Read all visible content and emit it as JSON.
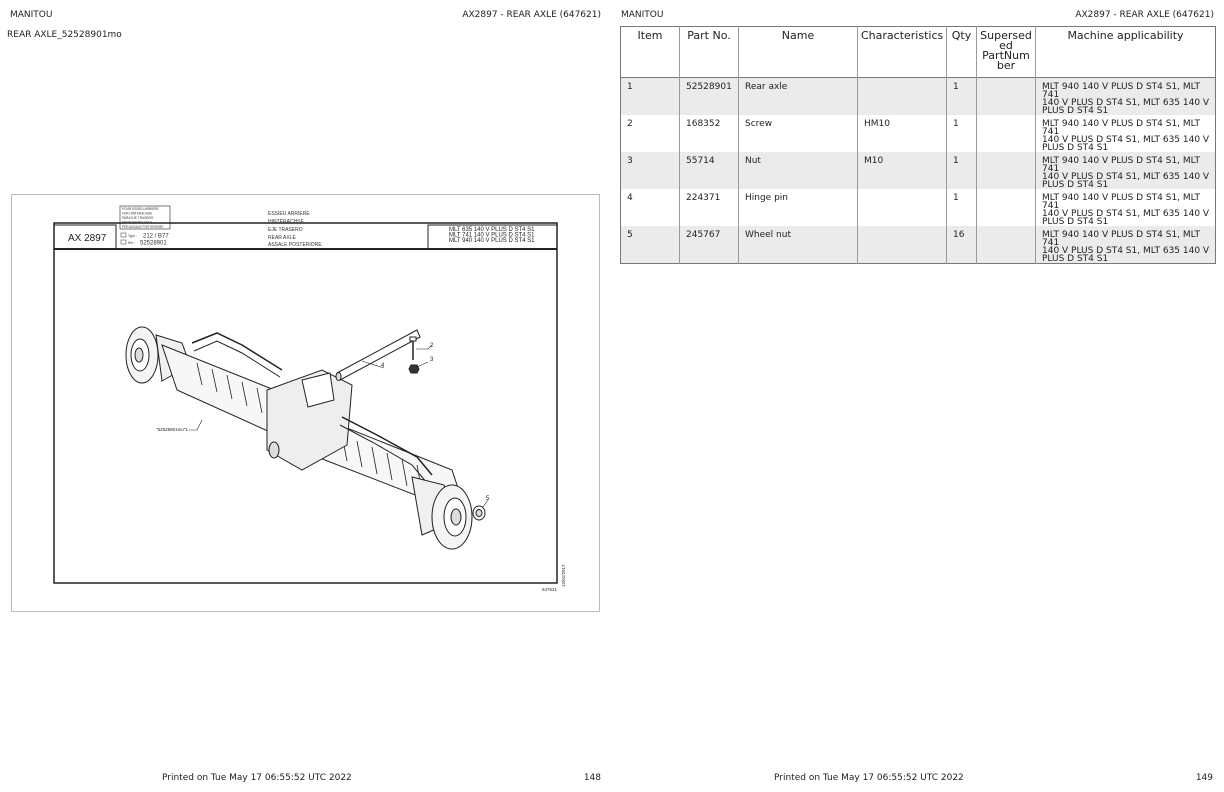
{
  "left_page": {
    "brand": "MANITOU",
    "title": "AX2897 - REAR AXLE (647621)",
    "subtitle": "REAR AXLE_52528901mo",
    "printed": "Printed on  Tue May 17 06:55:52 UTC 2022",
    "page_number": "148"
  },
  "right_page": {
    "brand": "MANITOU",
    "title": "AX2897 - REAR AXLE (647621)",
    "printed": "Printed on  Tue May 17 06:55:52 UTC 2022",
    "page_number": "149"
  },
  "diagram": {
    "code": "AX 2897",
    "box_lines": [
      "POUR ESSIEU ARRIERE",
      "FUR HINTERACHSE",
      "PARA EJE TRASERO",
      "FROM FRONT AXLE",
      "PER ASSALE POSTERIORE"
    ],
    "type_label": "Type :",
    "type_value": "212 / B77",
    "ref_label": "Ref :",
    "ref_value": "52528901",
    "names": [
      "ESSIEU ARRIERE",
      "HINTERACHSE",
      "EJE TRASERO",
      "REAR AXLE",
      "ASSALE POSTERIORE"
    ],
    "models": [
      "MLT 635 140 V PLUS D ST4 S1",
      "MLT 741 140 V PLUS D ST4 S1",
      "MLT 940 140 V PLUS D ST4 S1"
    ],
    "callouts": [
      "2",
      "3",
      "4",
      "5"
    ],
    "ref_callout": "\"52528901mo\"1",
    "date": "12/01/2017",
    "drawing_no": "647621"
  },
  "table": {
    "headers": {
      "item": "Item",
      "part_no": "Part No.",
      "name": "Name",
      "characteristics": "Characteristics",
      "qty": "Qty",
      "superseded": [
        "Supersed",
        "ed",
        "PartNum",
        "ber"
      ],
      "machine": "Machine applicability"
    },
    "rows": [
      {
        "item": "1",
        "part_no": "52528901",
        "name": "Rear axle",
        "char": "",
        "qty": "1",
        "sup": "",
        "machine": [
          "MLT 940 140 V PLUS D ST4 S1, MLT 741",
          "140 V PLUS D ST4 S1, MLT 635 140 V",
          "PLUS D ST4 S1"
        ]
      },
      {
        "item": "2",
        "part_no": "168352",
        "name": "Screw",
        "char": "HM10",
        "qty": "1",
        "sup": "",
        "machine": [
          "MLT 940 140 V PLUS D ST4 S1, MLT 741",
          "140 V PLUS D ST4 S1, MLT 635 140 V",
          "PLUS D ST4 S1"
        ]
      },
      {
        "item": "3",
        "part_no": "55714",
        "name": "Nut",
        "char": "M10",
        "qty": "1",
        "sup": "",
        "machine": [
          "MLT 940 140 V PLUS D ST4 S1, MLT 741",
          "140 V PLUS D ST4 S1, MLT 635 140 V",
          "PLUS D ST4 S1"
        ]
      },
      {
        "item": "4",
        "part_no": "224371",
        "name": "Hinge pin",
        "char": "",
        "qty": "1",
        "sup": "",
        "machine": [
          "MLT 940 140 V PLUS D ST4 S1, MLT 741",
          "140 V PLUS D ST4 S1, MLT 635 140 V",
          "PLUS D ST4 S1"
        ]
      },
      {
        "item": "5",
        "part_no": "245767",
        "name": "Wheel nut",
        "char": "",
        "qty": "16",
        "sup": "",
        "machine": [
          "MLT 940 140 V PLUS D ST4 S1, MLT 741",
          "140 V PLUS D ST4 S1, MLT 635 140 V",
          "PLUS D ST4 S1"
        ]
      }
    ]
  }
}
